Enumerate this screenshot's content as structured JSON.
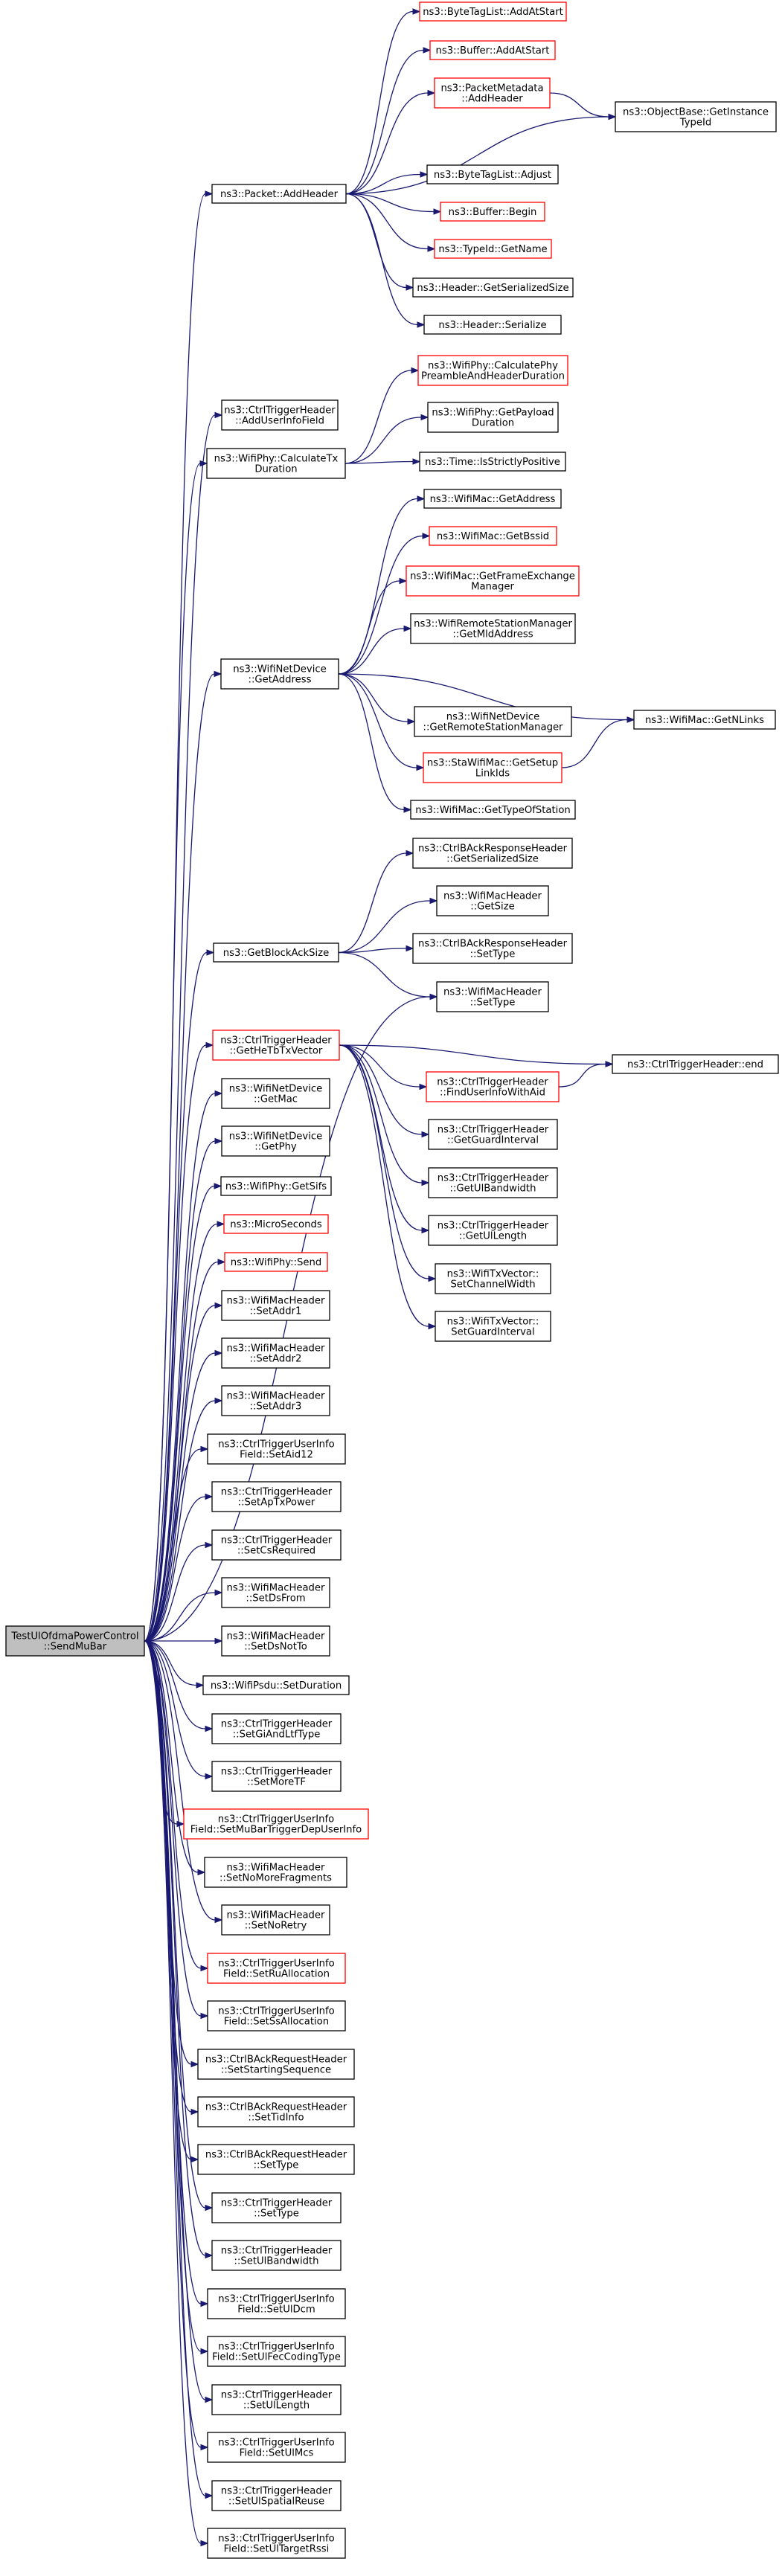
{
  "edge_color": "#191970",
  "link_border_color": "#ff0000",
  "root_fill_color": "#bfbfbf",
  "nodes": [
    {
      "id": "root",
      "lines": [
        "TestUlOfdmaPowerControl",
        "::SendMuBar"
      ],
      "style": "root"
    },
    {
      "id": "addheader",
      "lines": [
        "ns3::Packet::AddHeader"
      ],
      "style": "normal"
    },
    {
      "id": "btl_addatstart",
      "lines": [
        "ns3::ByteTagList::AddAtStart"
      ],
      "style": "red"
    },
    {
      "id": "buf_addatstart",
      "lines": [
        "ns3::Buffer::AddAtStart"
      ],
      "style": "red"
    },
    {
      "id": "pm_addheader",
      "lines": [
        "ns3::PacketMetadata",
        "::AddHeader"
      ],
      "style": "red"
    },
    {
      "id": "getinstancetypeid",
      "lines": [
        "ns3::ObjectBase::GetInstance",
        "TypeId"
      ],
      "style": "normal"
    },
    {
      "id": "btl_adjust",
      "lines": [
        "ns3::ByteTagList::Adjust"
      ],
      "style": "normal"
    },
    {
      "id": "buf_begin",
      "lines": [
        "ns3::Buffer::Begin"
      ],
      "style": "red"
    },
    {
      "id": "typeid_getname",
      "lines": [
        "ns3::TypeId::GetName"
      ],
      "style": "red"
    },
    {
      "id": "hdr_getsersize",
      "lines": [
        "ns3::Header::GetSerializedSize"
      ],
      "style": "normal"
    },
    {
      "id": "hdr_serialize",
      "lines": [
        "ns3::Header::Serialize"
      ],
      "style": "normal"
    },
    {
      "id": "adduserinfo",
      "lines": [
        "ns3::CtrlTriggerHeader",
        "::AddUserInfoField"
      ],
      "style": "normal"
    },
    {
      "id": "calctxdur",
      "lines": [
        "ns3::WifiPhy::CalculateTx",
        "Duration"
      ],
      "style": "normal"
    },
    {
      "id": "calcphypre",
      "lines": [
        "ns3::WifiPhy::CalculatePhy",
        "PreambleAndHeaderDuration"
      ],
      "style": "red"
    },
    {
      "id": "getpayloaddur",
      "lines": [
        "ns3::WifiPhy::GetPayload",
        "Duration"
      ],
      "style": "normal"
    },
    {
      "id": "isstrictlypos",
      "lines": [
        "ns3::Time::IsStrictlyPositive"
      ],
      "style": "normal"
    },
    {
      "id": "wnd_getaddress",
      "lines": [
        "ns3::WifiNetDevice",
        "::GetAddress"
      ],
      "style": "normal"
    },
    {
      "id": "wm_getaddress",
      "lines": [
        "ns3::WifiMac::GetAddress"
      ],
      "style": "normal"
    },
    {
      "id": "wm_getbssid",
      "lines": [
        "ns3::WifiMac::GetBssid"
      ],
      "style": "red"
    },
    {
      "id": "wm_getfem",
      "lines": [
        "ns3::WifiMac::GetFrameExchange",
        "Manager"
      ],
      "style": "red"
    },
    {
      "id": "wrsm_getmld",
      "lines": [
        "ns3::WifiRemoteStationManager",
        "::GetMldAddress"
      ],
      "style": "normal"
    },
    {
      "id": "wm_getnlinks",
      "lines": [
        "ns3::WifiMac::GetNLinks"
      ],
      "style": "normal"
    },
    {
      "id": "wnd_getrsm",
      "lines": [
        "ns3::WifiNetDevice",
        "::GetRemoteStationManager"
      ],
      "style": "normal"
    },
    {
      "id": "sta_getsetup",
      "lines": [
        "ns3::StaWifiMac::GetSetup",
        "LinkIds"
      ],
      "style": "red"
    },
    {
      "id": "wm_gettypeofst",
      "lines": [
        "ns3::WifiMac::GetTypeOfStation"
      ],
      "style": "normal"
    },
    {
      "id": "getblockacksize",
      "lines": [
        "ns3::GetBlockAckSize"
      ],
      "style": "normal"
    },
    {
      "id": "cbar_getsersize",
      "lines": [
        "ns3::CtrlBAckResponseHeader",
        "::GetSerializedSize"
      ],
      "style": "normal"
    },
    {
      "id": "wmh_getsize",
      "lines": [
        "ns3::WifiMacHeader",
        "::GetSize"
      ],
      "style": "normal"
    },
    {
      "id": "cbar_settype",
      "lines": [
        "ns3::CtrlBAckResponseHeader",
        "::SetType"
      ],
      "style": "normal"
    },
    {
      "id": "wmh_settype",
      "lines": [
        "ns3::WifiMacHeader",
        "::SetType"
      ],
      "style": "normal"
    },
    {
      "id": "ct_getheTb",
      "lines": [
        "ns3::CtrlTriggerHeader",
        "::GetHeTbTxVector"
      ],
      "style": "red"
    },
    {
      "id": "ct_end",
      "lines": [
        "ns3::CtrlTriggerHeader::end"
      ],
      "style": "normal"
    },
    {
      "id": "ct_finduserinfo",
      "lines": [
        "ns3::CtrlTriggerHeader",
        "::FindUserInfoWithAid"
      ],
      "style": "red"
    },
    {
      "id": "ct_getgi",
      "lines": [
        "ns3::CtrlTriggerHeader",
        "::GetGuardInterval"
      ],
      "style": "normal"
    },
    {
      "id": "ct_getulbw",
      "lines": [
        "ns3::CtrlTriggerHeader",
        "::GetUlBandwidth"
      ],
      "style": "normal"
    },
    {
      "id": "ct_getullen",
      "lines": [
        "ns3::CtrlTriggerHeader",
        "::GetUlLength"
      ],
      "style": "normal"
    },
    {
      "id": "wtv_setchw",
      "lines": [
        "ns3::WifiTxVector::",
        "SetChannelWidth"
      ],
      "style": "normal"
    },
    {
      "id": "wtv_setgi",
      "lines": [
        "ns3::WifiTxVector::",
        "SetGuardInterval"
      ],
      "style": "normal"
    },
    {
      "id": "wnd_getmac",
      "lines": [
        "ns3::WifiNetDevice",
        "::GetMac"
      ],
      "style": "normal"
    },
    {
      "id": "wnd_getphy",
      "lines": [
        "ns3::WifiNetDevice",
        "::GetPhy"
      ],
      "style": "normal"
    },
    {
      "id": "phy_getsifs",
      "lines": [
        "ns3::WifiPhy::GetSifs"
      ],
      "style": "normal"
    },
    {
      "id": "microseconds",
      "lines": [
        "ns3::MicroSeconds"
      ],
      "style": "red"
    },
    {
      "id": "phy_send",
      "lines": [
        "ns3::WifiPhy::Send"
      ],
      "style": "red"
    },
    {
      "id": "wmh_setaddr1",
      "lines": [
        "ns3::WifiMacHeader",
        "::SetAddr1"
      ],
      "style": "normal"
    },
    {
      "id": "wmh_setaddr2",
      "lines": [
        "ns3::WifiMacHeader",
        "::SetAddr2"
      ],
      "style": "normal"
    },
    {
      "id": "wmh_setaddr3",
      "lines": [
        "ns3::WifiMacHeader",
        "::SetAddr3"
      ],
      "style": "normal"
    },
    {
      "id": "ctui_setaid12",
      "lines": [
        "ns3::CtrlTriggerUserInfo",
        "Field::SetAid12"
      ],
      "style": "normal"
    },
    {
      "id": "ct_setaptxpower",
      "lines": [
        "ns3::CtrlTriggerHeader",
        "::SetApTxPower"
      ],
      "style": "normal"
    },
    {
      "id": "ct_setcsreq",
      "lines": [
        "ns3::CtrlTriggerHeader",
        "::SetCsRequired"
      ],
      "style": "normal"
    },
    {
      "id": "wmh_setdsfrom",
      "lines": [
        "ns3::WifiMacHeader",
        "::SetDsFrom"
      ],
      "style": "normal"
    },
    {
      "id": "wmh_setdsnotto",
      "lines": [
        "ns3::WifiMacHeader",
        "::SetDsNotTo"
      ],
      "style": "normal"
    },
    {
      "id": "psdu_setduration",
      "lines": [
        "ns3::WifiPsdu::SetDuration"
      ],
      "style": "normal"
    },
    {
      "id": "ct_setgiandltf",
      "lines": [
        "ns3::CtrlTriggerHeader",
        "::SetGiAndLtfType"
      ],
      "style": "normal"
    },
    {
      "id": "ct_setmoretf",
      "lines": [
        "ns3::CtrlTriggerHeader",
        "::SetMoreTF"
      ],
      "style": "normal"
    },
    {
      "id": "ctui_setmubar",
      "lines": [
        "ns3::CtrlTriggerUserInfo",
        "Field::SetMuBarTriggerDepUserInfo"
      ],
      "style": "red"
    },
    {
      "id": "wmh_setnomorefrag",
      "lines": [
        "ns3::WifiMacHeader",
        "::SetNoMoreFragments"
      ],
      "style": "normal"
    },
    {
      "id": "wmh_setnoretry",
      "lines": [
        "ns3::WifiMacHeader",
        "::SetNoRetry"
      ],
      "style": "normal"
    },
    {
      "id": "ctui_setrualloc",
      "lines": [
        "ns3::CtrlTriggerUserInfo",
        "Field::SetRuAllocation"
      ],
      "style": "red"
    },
    {
      "id": "ctui_setssalloc",
      "lines": [
        "ns3::CtrlTriggerUserInfo",
        "Field::SetSsAllocation"
      ],
      "style": "normal"
    },
    {
      "id": "cbareq_setstartseq",
      "lines": [
        "ns3::CtrlBAckRequestHeader",
        "::SetStartingSequence"
      ],
      "style": "normal"
    },
    {
      "id": "cbareq_settidinfo",
      "lines": [
        "ns3::CtrlBAckRequestHeader",
        "::SetTidInfo"
      ],
      "style": "normal"
    },
    {
      "id": "cbareq_settype",
      "lines": [
        "ns3::CtrlBAckRequestHeader",
        "::SetType"
      ],
      "style": "normal"
    },
    {
      "id": "ct_settype",
      "lines": [
        "ns3::CtrlTriggerHeader",
        "::SetType"
      ],
      "style": "normal"
    },
    {
      "id": "ct_setulbw",
      "lines": [
        "ns3::CtrlTriggerHeader",
        "::SetUlBandwidth"
      ],
      "style": "normal"
    },
    {
      "id": "ctui_setuldcm",
      "lines": [
        "ns3::CtrlTriggerUserInfo",
        "Field::SetUlDcm"
      ],
      "style": "normal"
    },
    {
      "id": "ctui_setulfec",
      "lines": [
        "ns3::CtrlTriggerUserInfo",
        "Field::SetUlFecCodingType"
      ],
      "style": "normal"
    },
    {
      "id": "ct_setullen",
      "lines": [
        "ns3::CtrlTriggerHeader",
        "::SetUlLength"
      ],
      "style": "normal"
    },
    {
      "id": "ctui_setulmcs",
      "lines": [
        "ns3::CtrlTriggerUserInfo",
        "Field::SetUlMcs"
      ],
      "style": "normal"
    },
    {
      "id": "ct_setulsr",
      "lines": [
        "ns3::CtrlTriggerHeader",
        "::SetUlSpatialReuse"
      ],
      "style": "normal"
    },
    {
      "id": "ctui_setultrssi",
      "lines": [
        "ns3::CtrlTriggerUserInfo",
        "Field::SetUlTargetRssi"
      ],
      "style": "normal"
    }
  ],
  "edges": [
    [
      "root",
      "addheader"
    ],
    [
      "root",
      "adduserinfo"
    ],
    [
      "root",
      "calctxdur"
    ],
    [
      "root",
      "wnd_getaddress"
    ],
    [
      "root",
      "getblockacksize"
    ],
    [
      "root",
      "ct_getheTb"
    ],
    [
      "root",
      "wnd_getmac"
    ],
    [
      "root",
      "wnd_getphy"
    ],
    [
      "root",
      "phy_getsifs"
    ],
    [
      "root",
      "microseconds"
    ],
    [
      "root",
      "phy_send"
    ],
    [
      "root",
      "wmh_setaddr1"
    ],
    [
      "root",
      "wmh_setaddr2"
    ],
    [
      "root",
      "wmh_setaddr3"
    ],
    [
      "root",
      "ctui_setaid12"
    ],
    [
      "root",
      "ct_setaptxpower"
    ],
    [
      "root",
      "ct_setcsreq"
    ],
    [
      "root",
      "wmh_setdsfrom"
    ],
    [
      "root",
      "wmh_setdsnotto"
    ],
    [
      "root",
      "psdu_setduration"
    ],
    [
      "root",
      "ct_setgiandltf"
    ],
    [
      "root",
      "ct_setmoretf"
    ],
    [
      "root",
      "ctui_setmubar"
    ],
    [
      "root",
      "wmh_setnomorefrag"
    ],
    [
      "root",
      "wmh_setnoretry"
    ],
    [
      "root",
      "ctui_setrualloc"
    ],
    [
      "root",
      "ctui_setssalloc"
    ],
    [
      "root",
      "cbareq_setstartseq"
    ],
    [
      "root",
      "cbareq_settidinfo"
    ],
    [
      "root",
      "cbareq_settype"
    ],
    [
      "root",
      "ct_settype"
    ],
    [
      "root",
      "ct_setulbw"
    ],
    [
      "root",
      "ctui_setuldcm"
    ],
    [
      "root",
      "ctui_setulfec"
    ],
    [
      "root",
      "ct_setullen"
    ],
    [
      "root",
      "ctui_setulmcs"
    ],
    [
      "root",
      "ct_setulsr"
    ],
    [
      "root",
      "ctui_setultrssi"
    ],
    [
      "root",
      "wmh_settype"
    ],
    [
      "addheader",
      "btl_addatstart"
    ],
    [
      "addheader",
      "buf_addatstart"
    ],
    [
      "addheader",
      "pm_addheader"
    ],
    [
      "addheader",
      "getinstancetypeid"
    ],
    [
      "addheader",
      "btl_adjust"
    ],
    [
      "addheader",
      "buf_begin"
    ],
    [
      "addheader",
      "typeid_getname"
    ],
    [
      "addheader",
      "hdr_getsersize"
    ],
    [
      "addheader",
      "hdr_serialize"
    ],
    [
      "pm_addheader",
      "getinstancetypeid"
    ],
    [
      "calctxdur",
      "calcphypre"
    ],
    [
      "calctxdur",
      "getpayloaddur"
    ],
    [
      "calctxdur",
      "isstrictlypos"
    ],
    [
      "wnd_getaddress",
      "wm_getaddress"
    ],
    [
      "wnd_getaddress",
      "wm_getbssid"
    ],
    [
      "wnd_getaddress",
      "wm_getfem"
    ],
    [
      "wnd_getaddress",
      "wrsm_getmld"
    ],
    [
      "wnd_getaddress",
      "wm_getnlinks"
    ],
    [
      "wnd_getaddress",
      "wnd_getrsm"
    ],
    [
      "wnd_getaddress",
      "sta_getsetup"
    ],
    [
      "wnd_getaddress",
      "wm_gettypeofst"
    ],
    [
      "sta_getsetup",
      "wm_getnlinks"
    ],
    [
      "getblockacksize",
      "cbar_getsersize"
    ],
    [
      "getblockacksize",
      "wmh_getsize"
    ],
    [
      "getblockacksize",
      "cbar_settype"
    ],
    [
      "getblockacksize",
      "wmh_settype"
    ],
    [
      "ct_getheTb",
      "ct_end"
    ],
    [
      "ct_getheTb",
      "ct_finduserinfo"
    ],
    [
      "ct_getheTb",
      "ct_getgi"
    ],
    [
      "ct_getheTb",
      "ct_getulbw"
    ],
    [
      "ct_getheTb",
      "ct_getullen"
    ],
    [
      "ct_getheTb",
      "wtv_setchw"
    ],
    [
      "ct_getheTb",
      "wtv_setgi"
    ],
    [
      "ct_finduserinfo",
      "ct_end"
    ]
  ]
}
